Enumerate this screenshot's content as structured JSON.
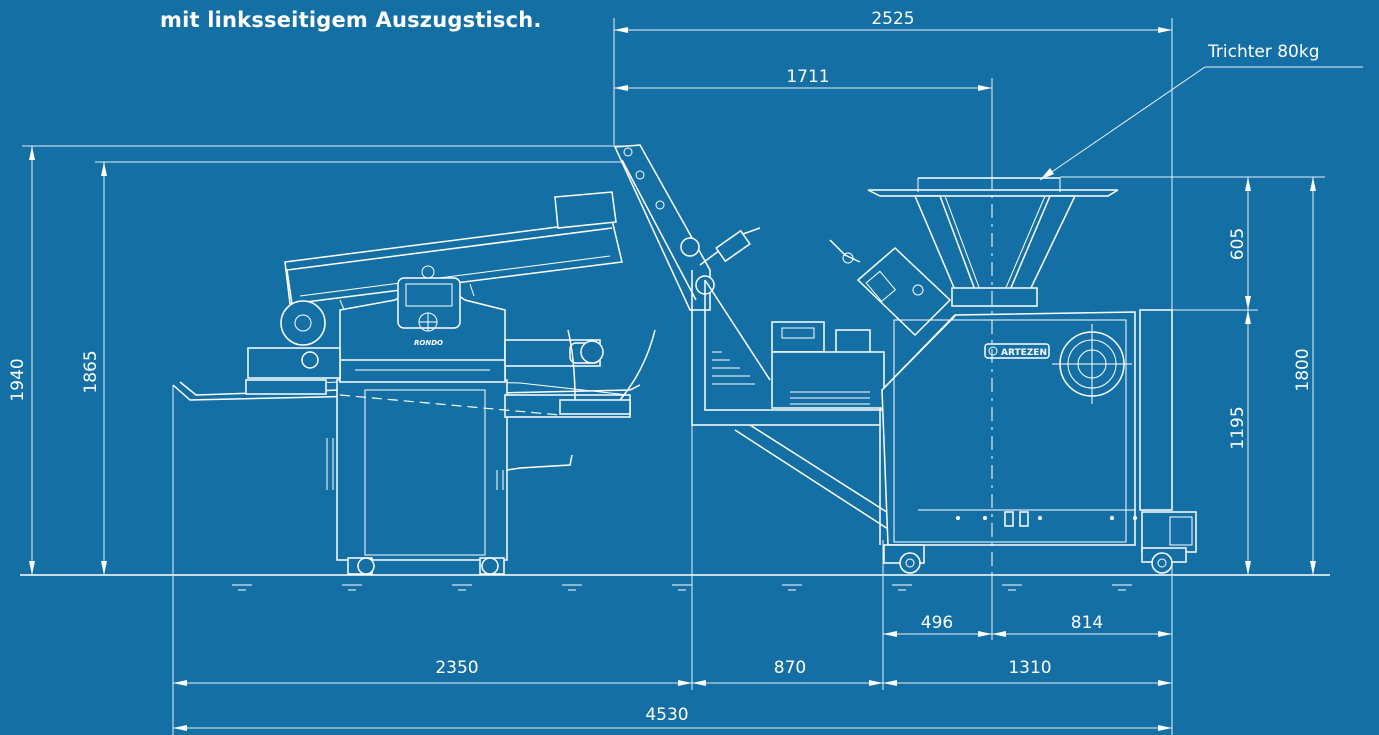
{
  "caption": "mit linksseitigem Auszugstisch.",
  "callout": "Trichter 80kg",
  "brand_plate": "ARTEZEN",
  "machine_label": "RONDO",
  "dimensions": {
    "total_width_top": "2525",
    "hopper_offset": "1711",
    "height_total": "1940",
    "height_table": "1865",
    "hopper_height": "605",
    "height_right": "1800",
    "body_height": "1195",
    "right_496": "496",
    "right_814": "814",
    "left_table": "2350",
    "middle": "870",
    "right_unit": "1310",
    "overall_length": "4530"
  },
  "colors": {
    "background": "#1470a4",
    "lines": "#ffffff"
  }
}
